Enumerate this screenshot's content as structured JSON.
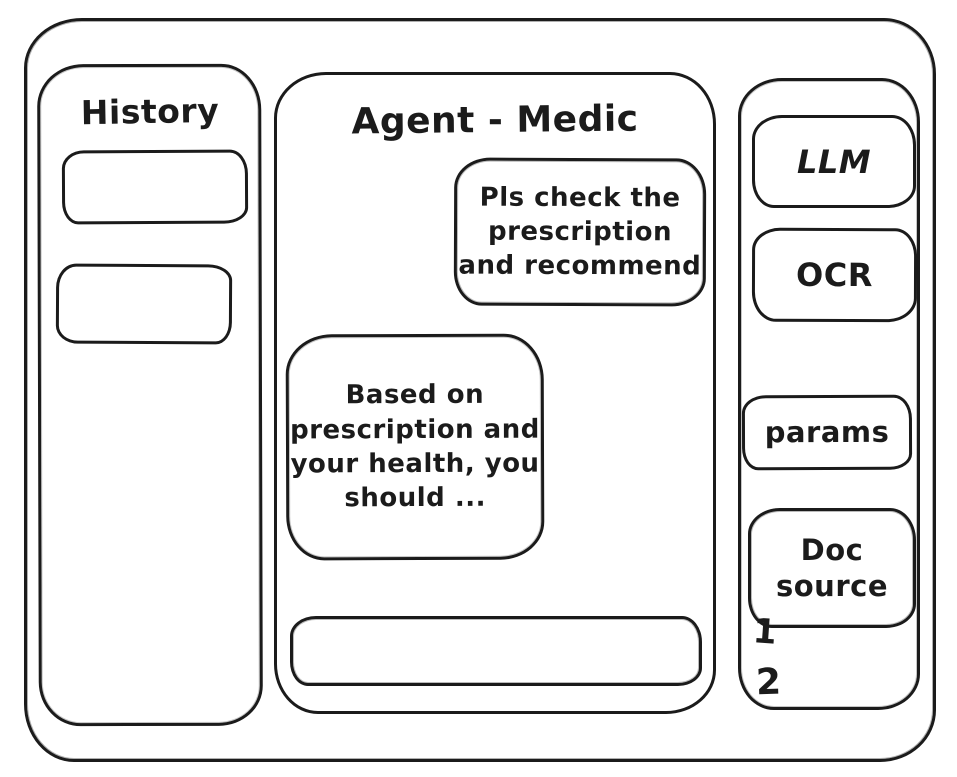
{
  "colors": {
    "ink": "#1b1b1b",
    "canvas": "#ffffff"
  },
  "sidebar": {
    "title": "History",
    "items": [
      "",
      ""
    ]
  },
  "chat": {
    "title": "Agent - Medic",
    "messages": [
      {
        "role": "user",
        "text": "Pls check the prescription and recommend"
      },
      {
        "role": "assistant",
        "text": "Based on prescription and your health, you should ..."
      }
    ],
    "input": {
      "value": "",
      "placeholder": ""
    }
  },
  "tools": {
    "buttons": [
      {
        "label": "LLM"
      },
      {
        "label": "OCR"
      },
      {
        "label": "params"
      },
      {
        "label": "Doc source"
      }
    ],
    "markers": [
      "1",
      "2"
    ]
  }
}
